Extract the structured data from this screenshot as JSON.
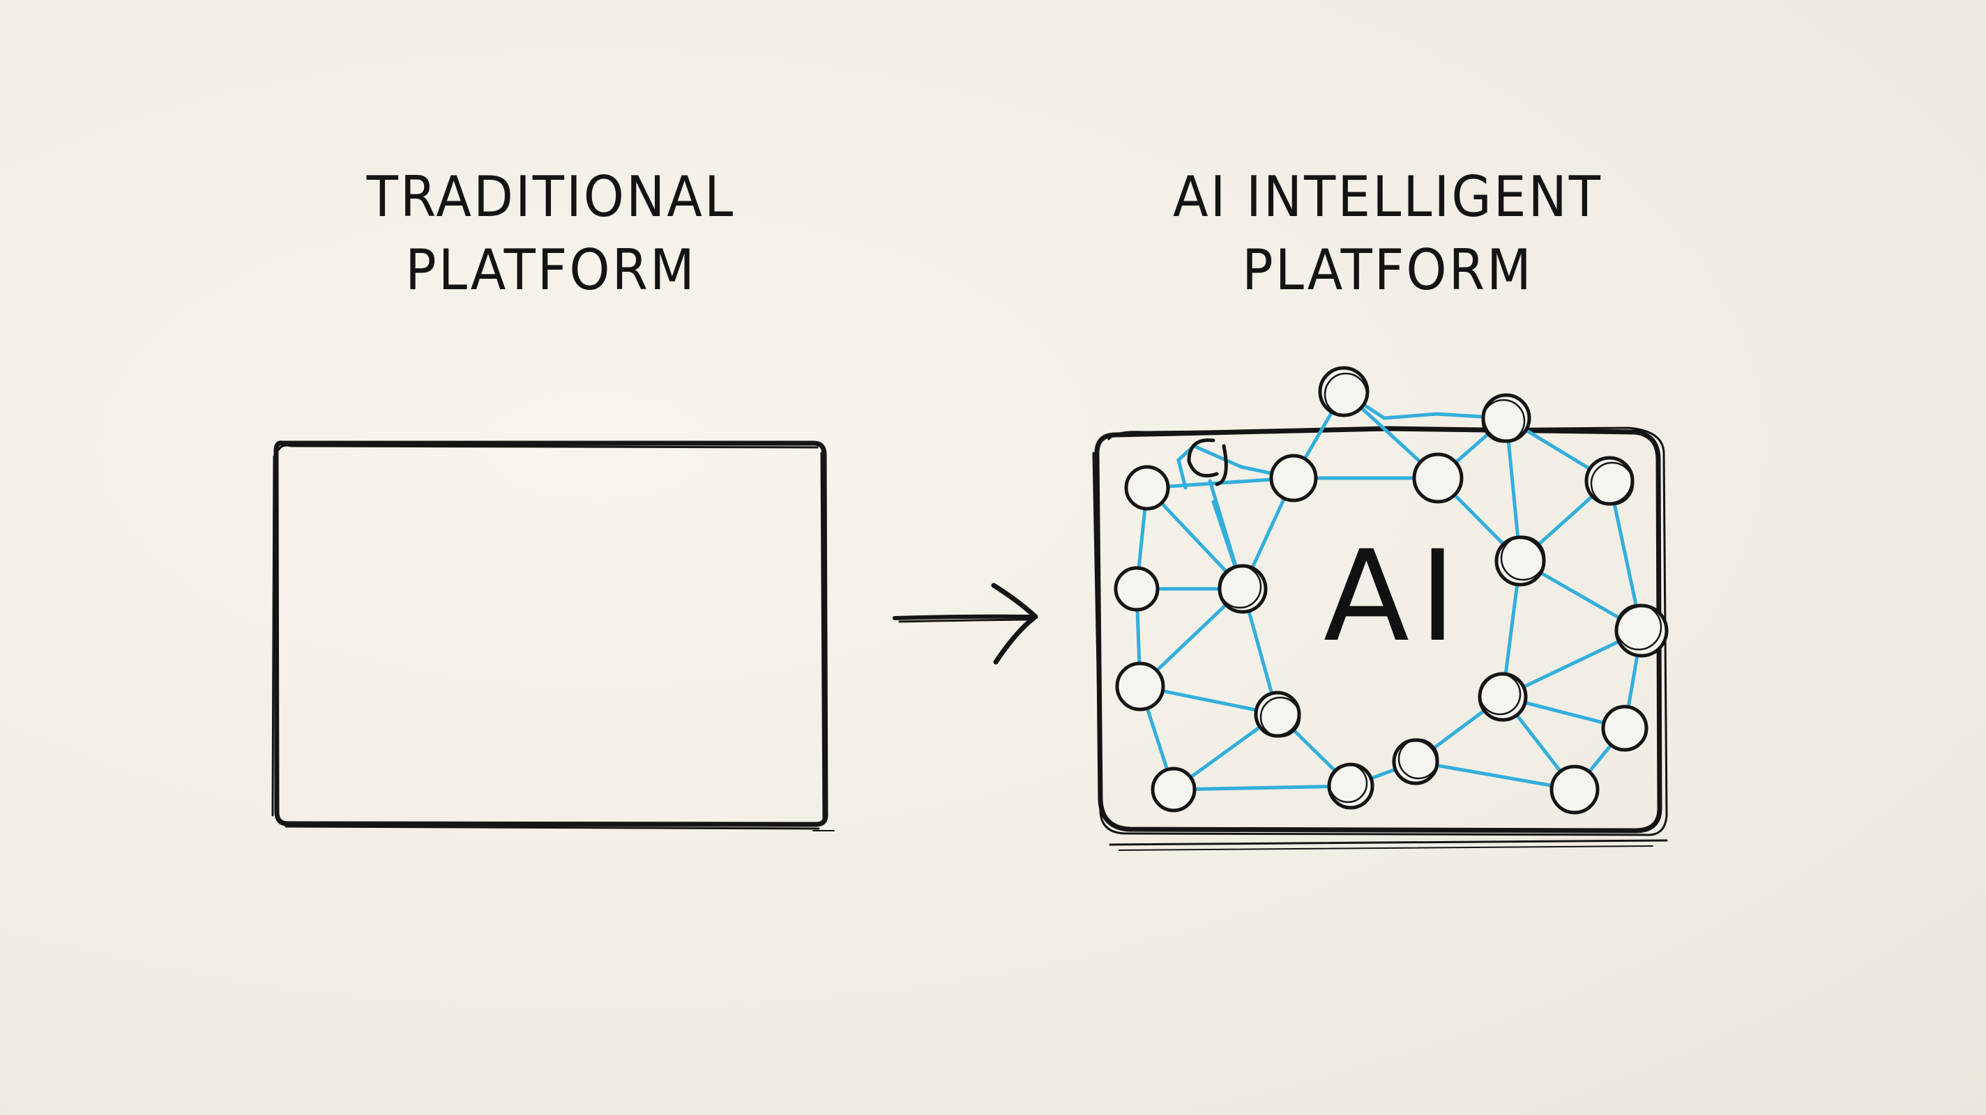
{
  "left_panel": {
    "title_line1": "TRADITIONAL",
    "title_line2": "PLATFORM"
  },
  "right_panel": {
    "title_line1": "AI INTELLIGENT",
    "title_line2": "PLATFORM",
    "center_text": "AI"
  },
  "colors": {
    "ink": "#151515",
    "network": "#33aedb",
    "paper": "#f3f0e8"
  }
}
